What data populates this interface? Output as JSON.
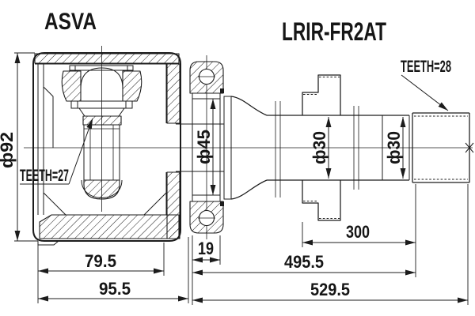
{
  "drawing": {
    "brand": "ASVA",
    "part_number": "LRIR-FR2AT",
    "labels": {
      "teeth_inner": "TEETH=27",
      "teeth_outer": "TEETH=28"
    },
    "dimensions": {
      "housing_outer_diameter": "ф92",
      "bearing_outer_diameter": "ф45",
      "shaft_diameter_mid": "ф30",
      "shaft_diameter_end": "ф30",
      "bearing_width": "19",
      "damper_to_spline_length": "300",
      "shaft_section_length": "495.5",
      "overall_length": "529.5",
      "housing_depth": "79.5",
      "housing_overall_width": "95.5"
    },
    "colors": {
      "line": "#1c1c1c",
      "background": "#ffffff"
    }
  }
}
